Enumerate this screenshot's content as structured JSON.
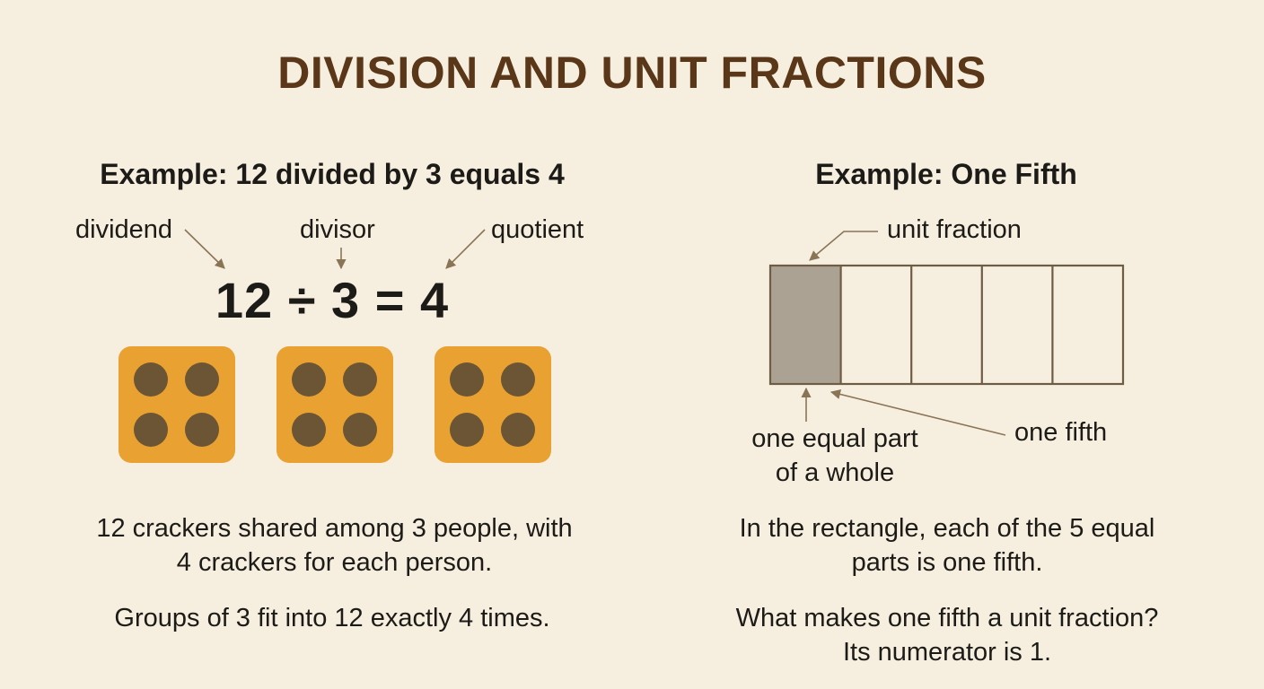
{
  "title": "DIVISION AND UNIT FRACTIONS",
  "division": {
    "heading": "Example: 12 divided by 3 equals 4",
    "labels": {
      "dividend": "dividend",
      "divisor": "divisor",
      "quotient": "quotient"
    },
    "equation": "12 ÷ 3 = 4",
    "groups": 3,
    "crackers_per_group": 4,
    "caption": "12 crackers shared among 3 people, with 4 crackers for each person.",
    "note": "Groups of 3 fit into 12 exactly 4 times."
  },
  "fraction": {
    "heading": "Example: One Fifth",
    "parts": 5,
    "shaded_parts": 1,
    "labels": {
      "unit_fraction": "unit fraction",
      "equal_part_line1": "one equal part",
      "equal_part_line2": "of a whole",
      "one_fifth": "one fifth"
    },
    "caption": "In the rectangle, each of the 5 equal parts is one fifth.",
    "question": "What makes one fifth a unit fraction?",
    "answer": "Its numerator is 1."
  },
  "colors": {
    "title": "#5a3718",
    "cracker": "#e9a232",
    "cracker_dot": "#6b5535",
    "shaded_part": "#aca294",
    "rectangle_stroke": "#6e5c44",
    "arrow": "#8a7456"
  }
}
